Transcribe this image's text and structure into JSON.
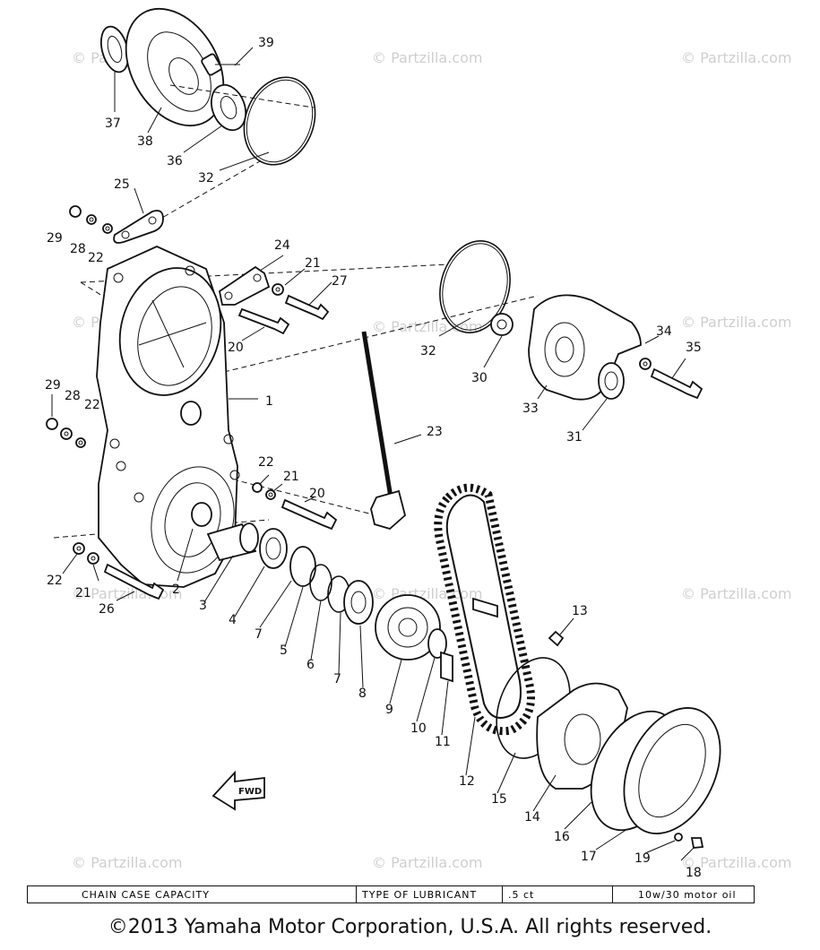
{
  "watermarks": [
    "© Partzilla.com",
    "© Partzilla.com",
    "© Partzilla.com",
    "© Partzilla.com",
    "© Partzilla.com",
    "© Partzilla.com",
    "© Partzilla.com",
    "© Partzilla.com",
    "© Partzilla.com",
    "© Partzilla.com",
    "© Partzilla.com",
    "© Partzilla.com"
  ],
  "callouts": [
    "1",
    "2",
    "3",
    "4",
    "5",
    "6",
    "7",
    "7",
    "8",
    "9",
    "10",
    "11",
    "12",
    "13",
    "14",
    "15",
    "16",
    "17",
    "18",
    "19",
    "20",
    "20",
    "21",
    "21",
    "21",
    "22",
    "22",
    "22",
    "22",
    "23",
    "24",
    "25",
    "26",
    "27",
    "28",
    "28",
    "29",
    "29",
    "30",
    "31",
    "32",
    "32",
    "33",
    "34",
    "35",
    "36",
    "37",
    "38",
    "39"
  ],
  "fwd_label": "FWD",
  "spec_table": {
    "capacity_label": "CHAIN CASE CAPACITY",
    "lubricant_label": "TYPE OF LUBRICANT",
    "capacity_value": ".5 ct",
    "lubricant_value": "10w/30 motor oil"
  },
  "copyright": "©2013 Yamaha Motor Corporation, U.S.A. All rights reserved."
}
